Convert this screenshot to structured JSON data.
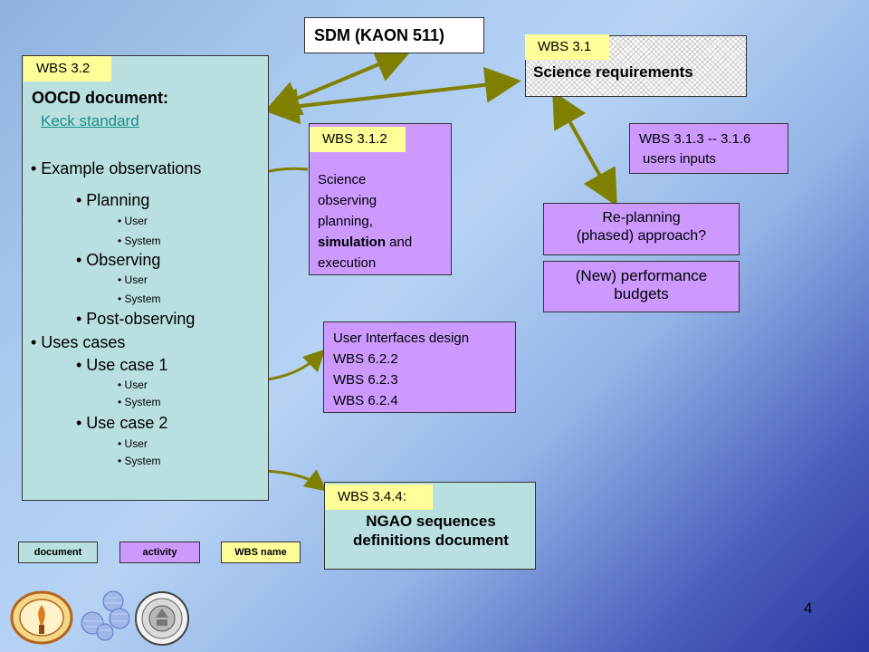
{
  "sdm": {
    "label": "SDM (KAON 511)"
  },
  "science_requirements": {
    "tag": "WBS 3.1",
    "title": "Science requirements"
  },
  "oocd": {
    "tag": "WBS 3.2",
    "title": "OOCD document:",
    "link": "Keck standard",
    "items": {
      "example_observations": "• Example observations",
      "planning": "• Planning",
      "planning_user": "• User",
      "planning_system": "• System",
      "observing": "• Observing",
      "observing_user": "• User",
      "observing_system": "• System",
      "post_observing": "• Post-observing",
      "uses_cases": "• Uses cases",
      "use_case_1": "• Use case 1",
      "uc1_user": "• User",
      "uc1_system": "• System",
      "use_case_2": "• Use case 2",
      "uc2_user": "• User",
      "uc2_system": "• System"
    }
  },
  "science_observing": {
    "tag": "WBS 3.1.2",
    "line1": "Science",
    "line2": "observing",
    "line3": "planning,",
    "line4_bold": "simulation",
    "line4_rest": " and",
    "line5": "execution"
  },
  "users_inputs": {
    "line1": "WBS 3.1.3 -- 3.1.6",
    "line2": "users inputs"
  },
  "replanning": {
    "line1": "Re-planning",
    "line2": "(phased) approach?"
  },
  "performance": {
    "line1": "(New) performance",
    "line2": "budgets"
  },
  "user_interfaces": {
    "line1": "User Interfaces design",
    "line2": "WBS 6.2.2",
    "line3": "WBS 6.2.3",
    "line4": "WBS 6.2.4"
  },
  "ngao": {
    "tag": "WBS 3.4.4:",
    "line1": "NGAO sequences",
    "line2": "definitions document"
  },
  "legend": {
    "document": "document",
    "activity": "activity",
    "wbs_name": "WBS name"
  },
  "colors": {
    "document": "#b9dfe0",
    "activity": "#cc99ff",
    "wbs_name": "#ffff99",
    "arrow": "#808000"
  },
  "page_number": "4"
}
